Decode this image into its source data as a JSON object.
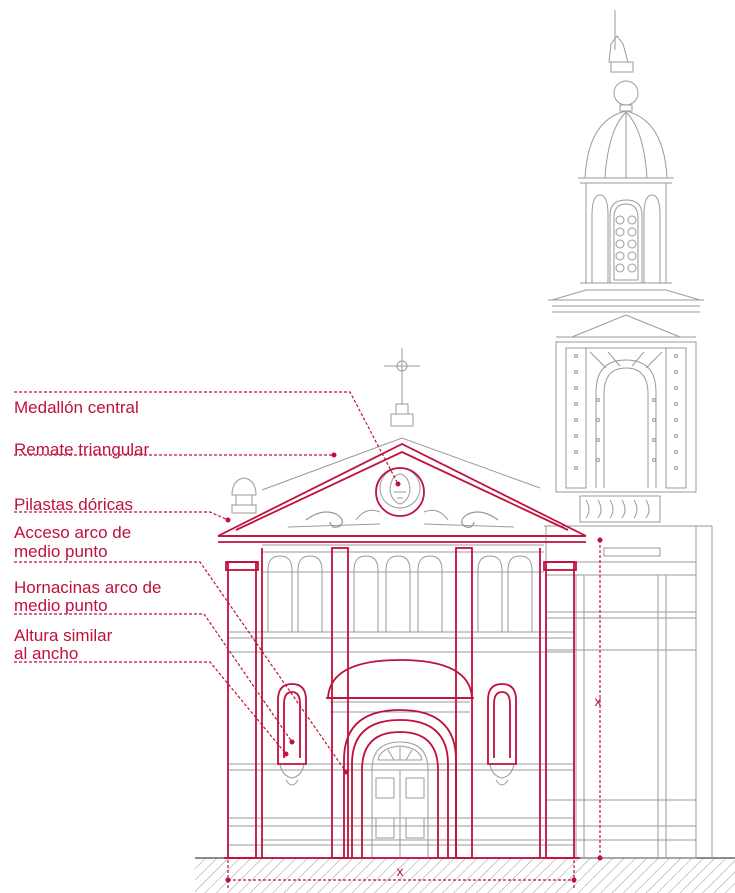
{
  "colors": {
    "accent": "#c0103c",
    "line": "#9a9a9a",
    "background": "#ffffff"
  },
  "labels": {
    "medallon": "Medallón central",
    "remate": "Remate triangular",
    "pilastras": "Pilastas dóricas",
    "acceso_line1": "Acceso arco de",
    "acceso_line2": "medio punto",
    "hornacinas_line1": "Hornacinas arco de",
    "hornacinas_line2": "medio punto",
    "altura_line1": "Altura similar",
    "altura_line2": "al ancho"
  },
  "dimensions": {
    "vertical_mark": "x",
    "horizontal_mark": "x"
  }
}
